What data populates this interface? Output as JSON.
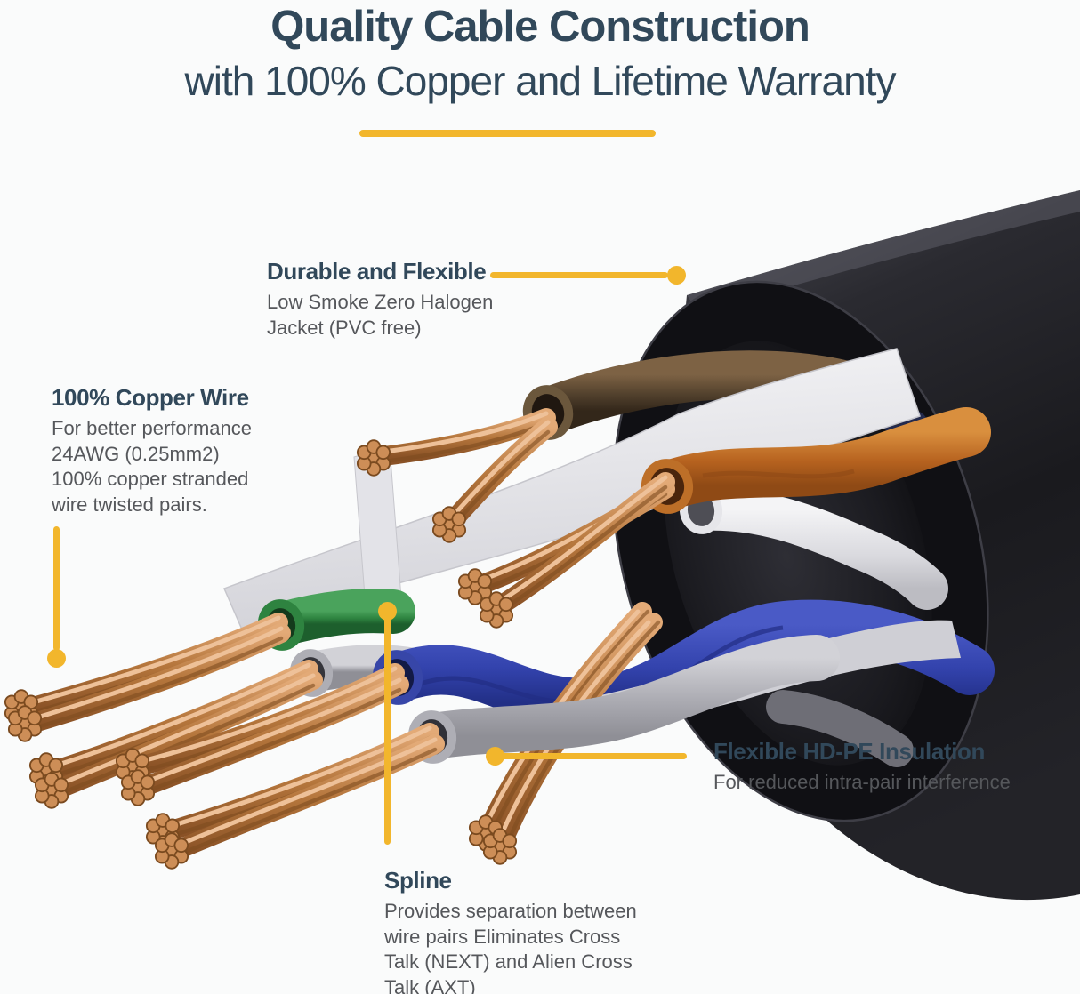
{
  "title": {
    "line1": "Quality Cable Construction",
    "line2": "with 100% Copper and Lifetime Warranty"
  },
  "annotations": {
    "jacket": {
      "heading": "Durable and Flexible",
      "lines": [
        "Low Smoke Zero Halogen",
        "Jacket (PVC free)"
      ]
    },
    "copper": {
      "heading": "100% Copper Wire",
      "lines": [
        "For better performance",
        "24AWG (0.25mm2)",
        "100% copper stranded",
        "wire twisted pairs."
      ]
    },
    "insulation": {
      "heading": "Flexible HD-PE Insulation",
      "lines": [
        "For reduced intra-pair interference"
      ]
    },
    "spline": {
      "heading": "Spline",
      "lines": [
        "Provides separation between",
        "wire pairs Eliminates Cross",
        "Talk (NEXT) and Alien Cross",
        "Talk (AXT)"
      ]
    }
  },
  "colors": {
    "bg": "#FAFBFB",
    "accent": "#F2B62C",
    "heading": "#31485A",
    "body_text": "#55575B",
    "jacket_black": "#1B1B1F",
    "copper": "#C08552",
    "spline_white": "#E9E9EC",
    "wire_orange": "#C1702A",
    "wire_brown": "#6A5138",
    "wire_green": "#2E8440",
    "wire_blue": "#3746A8",
    "wire_gray": "#AEAEB5"
  }
}
